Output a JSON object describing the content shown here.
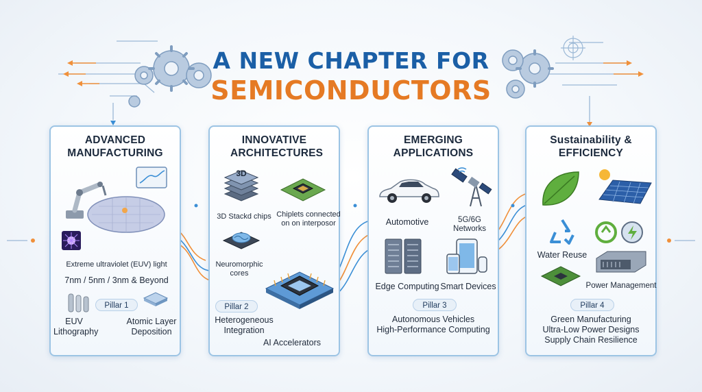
{
  "title": {
    "line1": "A NEW CHAPTER FOR",
    "line2": "SEMICONDUCTORS"
  },
  "colors": {
    "title_blue": "#1b5fa6",
    "title_orange": "#e57a24",
    "panel_border": "#9cc4e4",
    "flow_orange": "#f0903a",
    "flow_blue": "#3b8fd6"
  },
  "pillars": [
    {
      "title": "ADVANCED MANUFACTURING",
      "pill": "Pillar 1",
      "labels": {
        "euv_light": "Extreme ultraviolet (EUV) light",
        "nodes": "7nm / 5nm / 3nm & Beyond",
        "euv_litho": "EUV Lithography",
        "ald": "Atomic Layer Deposition"
      },
      "icons": [
        "robot-arm-icon",
        "wafer-icon",
        "chart-monitor-icon",
        "euv-light-icon",
        "cylinders-icon",
        "layer-block-icon"
      ]
    },
    {
      "title": "INNOVATIVE ARCHITECTURES",
      "pill": "Pillar 2",
      "labels": {
        "stacked_badge": "3D",
        "stacked": "3D Stackd chips",
        "chiplets": "Chiplets connected on on interposor",
        "neuromorphic": "Neuromorphic cores",
        "hetero": "Heterogeneous Integration",
        "ai": "AI Accelerators"
      },
      "icons": [
        "stacked-chip-icon",
        "chiplet-board-icon",
        "brain-chip-icon",
        "ai-processor-icon"
      ]
    },
    {
      "title": "EMERGING APPLICATIONS",
      "pill": "Pillar 3",
      "labels": {
        "auto": "Automotive",
        "net": "5G/6G Networks",
        "edge": "Edge Computing",
        "smart": "Smart Devices"
      },
      "list": [
        "Autonomous Vehicles",
        "High-Performance Computing"
      ],
      "icons": [
        "car-icon",
        "satellite-tower-icon",
        "server-rack-icon",
        "smart-devices-icon"
      ]
    },
    {
      "title": "Sustainability & EFFICIENCY",
      "pill": "Pillar 4",
      "labels": {
        "water": "Water Reuse",
        "power": "Power Management"
      },
      "list": [
        "Green Manufacturing",
        "Ultra-Low Power Designs",
        "Supply Chain Resilience"
      ],
      "icons": [
        "leaf-icon",
        "solar-panel-icon",
        "recycle-icon",
        "energy-gear-icon",
        "circuit-board-icon",
        "power-unit-icon"
      ]
    }
  ]
}
